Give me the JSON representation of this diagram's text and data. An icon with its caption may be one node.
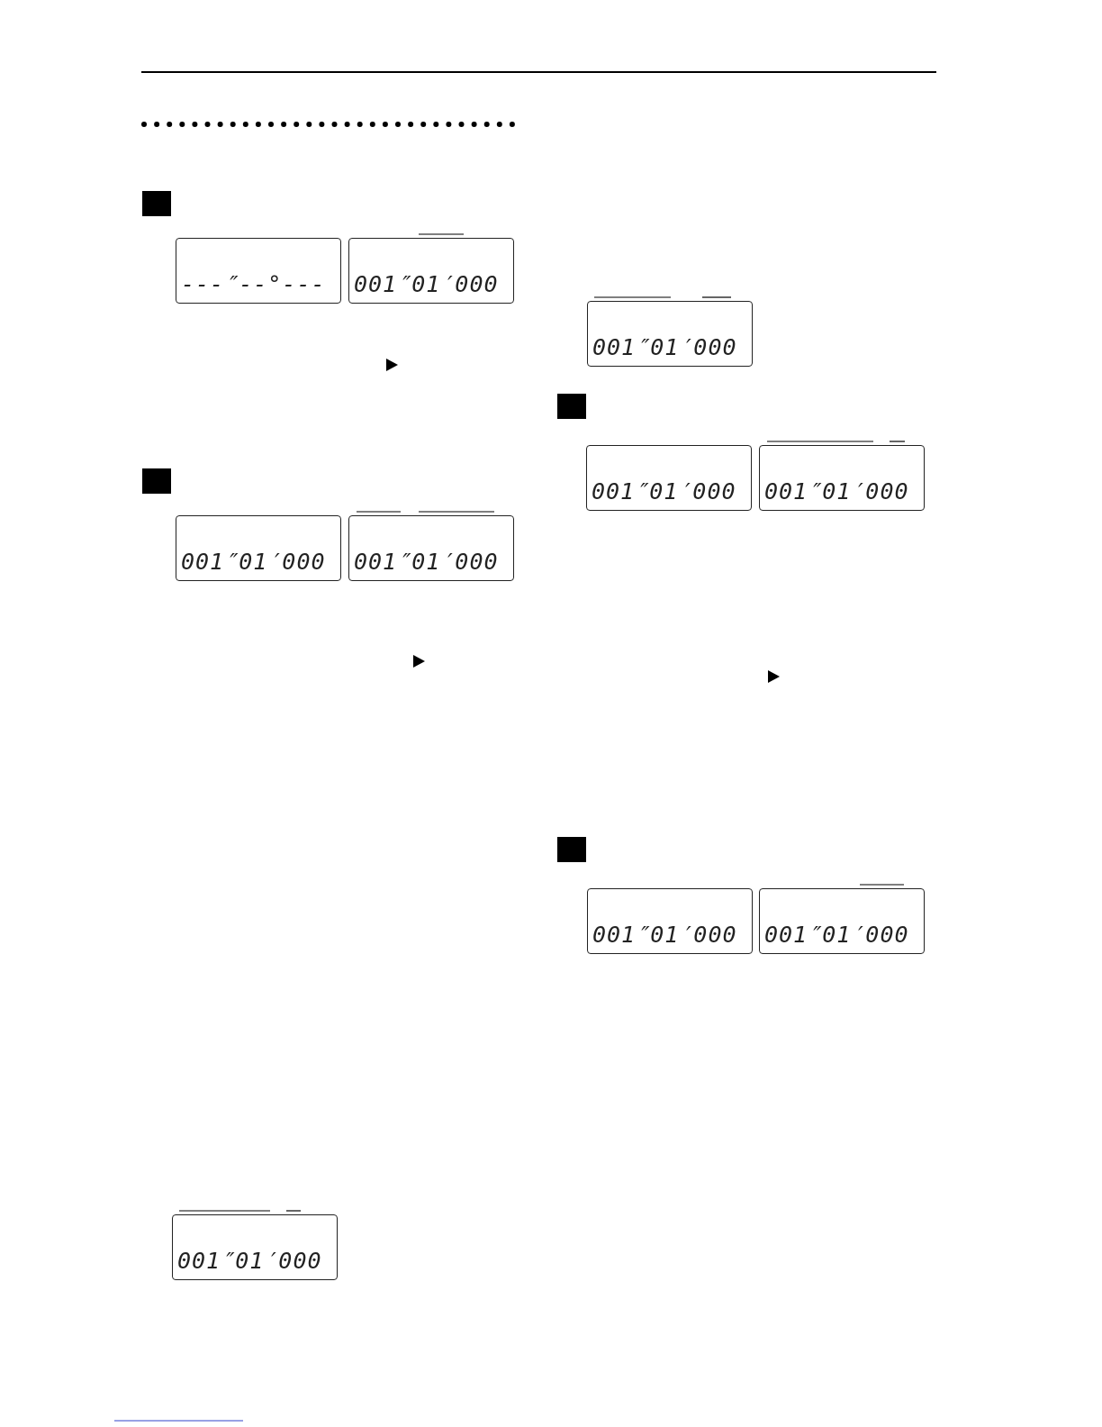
{
  "diagram": {
    "nodes": [
      {
        "text": [
          "---″--°---"
        ]
      },
      {
        "text": [
          "001″01′000"
        ]
      },
      {
        "text": [
          "001″01′000"
        ]
      },
      {
        "text": [
          "001″01′000"
        ]
      },
      {
        "text": [
          "001″01′000"
        ]
      },
      {
        "text": [
          "001″01′000"
        ]
      },
      {
        "text": [
          "001″01′000"
        ]
      },
      {
        "text": [
          "001″01′000"
        ]
      },
      {
        "text": [
          "001″01′000"
        ]
      },
      {
        "text": [
          "001″01′000"
        ]
      }
    ]
  }
}
